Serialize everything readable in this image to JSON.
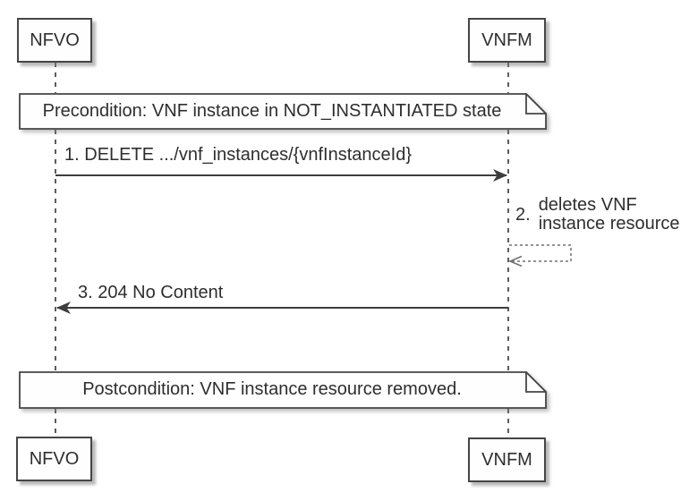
{
  "diagram": {
    "type": "uml-sequence-diagram",
    "participants": [
      {
        "id": "nfvo",
        "label": "NFVO"
      },
      {
        "id": "vnfm",
        "label": "VNFM"
      }
    ],
    "notes": [
      {
        "id": "precondition",
        "text": "Precondition: VNF instance in NOT_INSTANTIATED state"
      },
      {
        "id": "postcondition",
        "text": "Postcondition: VNF instance resource removed."
      }
    ],
    "messages": [
      {
        "number": "1.",
        "label": "DELETE .../vnf_instances/{vnfInstanceId}",
        "from": "NFVO",
        "to": "VNFM",
        "line": "solid",
        "arrowhead": "filled"
      },
      {
        "number": "2.",
        "label": "deletes VNF\ninstance resource",
        "from": "VNFM",
        "to": "VNFM",
        "line": "dashed",
        "arrowhead": "open"
      },
      {
        "number": "3.",
        "label": "204 No Content",
        "from": "VNFM",
        "to": "NFVO",
        "line": "solid",
        "arrowhead": "filled"
      }
    ],
    "colors": {
      "background": "#ffffff",
      "box_fill": "#fefefe",
      "border": "#454545",
      "arrow": "#3d3d3d",
      "lifeline": "#5c5c5c",
      "self_loop": "#707070",
      "text": "#2e2e2e",
      "shadow": "#7d7d7d"
    }
  }
}
